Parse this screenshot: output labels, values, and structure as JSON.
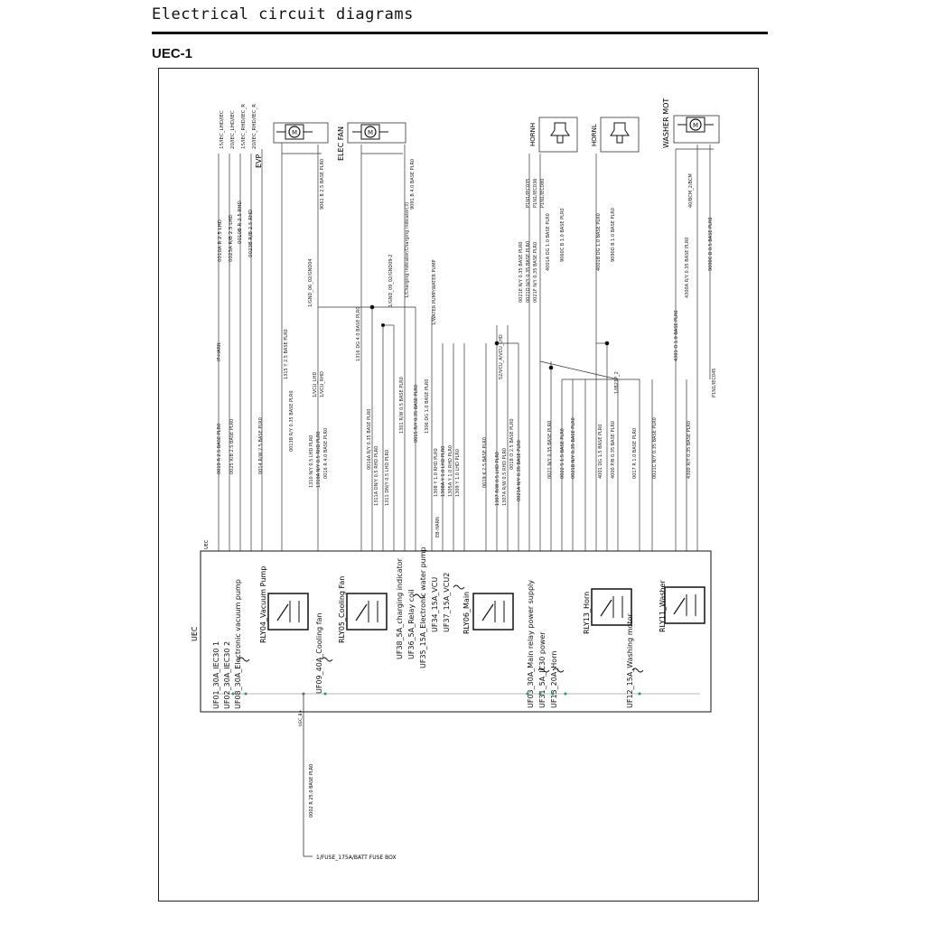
{
  "page": {
    "title": "Electrical circuit diagrams",
    "section": "UEC-1"
  },
  "module": {
    "name": "UEC",
    "connector_top": "UEC",
    "feed_label": "UEC_B+"
  },
  "components": {
    "evp": "EVP",
    "elec_fan": "ELEC FAN",
    "hornh": "HORNH",
    "hornl": "HORNL",
    "washer_mot": "WASHER MOT",
    "evp_pin": "EVP",
    "elec_fan_pin": "ELECFAN",
    "hornh_pin": "HORNH",
    "hornl_pin": "HORNL",
    "washer_pin": "WASHERMOT"
  },
  "relays": {
    "rly04": "RLY04_Vacuum Pump",
    "rly05": "RLY05_Cooling Fan",
    "rly06": "RLY06_Main",
    "rly13": "RLY13_Horn",
    "rly11": "RLY11_Washer"
  },
  "fuses": {
    "uf01": "UF01_30A_IEC30 1",
    "uf02": "UF02_30A_IEC30 2",
    "uf08": "UF08_30A_Electronic vacuum pump",
    "uf09": "UF09_40A_Cooling fan",
    "uf38": "UF38_5A_charging indicator",
    "uf36": "UF36_5A_Relay coil",
    "uf35": "UF35_15A_Electronic water pump",
    "uf34": "UF34_15A_VCU",
    "uf37": "UF37_15A_VCU2",
    "uf03": "UF03_30A_Main relay power supply",
    "uf31": "UF31_5A_IC30 power",
    "uf13": "UF13_20A_Horn",
    "uf12": "UF12_15A_Washing motor"
  },
  "wires": {
    "w0010a": "0010A R 2.5 LHD",
    "w0023a": "0023A R/B 2.5 LHD",
    "w0010b": "0010B R 2.5 RHD",
    "w0023b": "0023B R/B 2.5 RHD",
    "iec_ldr": "15/IEC_LHD/IEC",
    "iec_ldr2": "20/IEC_LHD/IEC",
    "iec_rhd": "15/IEC_RHD/IEC_R",
    "iec_rhd2": "20/IEC_RHD/IEC_R",
    "w0019": "0019 R 2.5 BASE PLR0",
    "w0025": "0025 R/B 2.5 BASE PLR0",
    "w0014": "0014 R/W 2.5 BASE PLR0",
    "w0013b": "0013B R/Y 0.35 BASE PLR0",
    "w1315": "1315 Y 2.5 BASE PLR0",
    "w1316": "1316 DG 4.0 BASE PLR0",
    "w9061": "9061 B 2.5 BASE PLR0",
    "w9091": "9091 B 4.0 BASE PLR0",
    "vcu_ldr": "1/VCU_LHD",
    "vcu_rhd": "1/VCU_RHD",
    "w1310": "1310 N/Y 0.5 LHD PLR0",
    "w1310a": "1310A N/Y 0.5 RHD PLR0",
    "w0016": "0016 R 4.0 BASE PLR0",
    "w0016a": "0016A R/Y 0.35 BASE PLR0",
    "w1311a": "1311A DN/Y 0.5 RHD PLR0",
    "w1311": "1311 DN/Y 0.5 LHD PLR0",
    "w1301": "1301 R/W 0.5 BASE PLR0",
    "w0015": "0015 R/Y 0.35 BASE PLR0",
    "w1306": "1306 DG 1.0 BASE PLR0",
    "w1308": "1308 Y 1.0 RHD PLR0",
    "w1308a": "1308A Y 1.0 LHD PLR0",
    "w1305a": "1305A Y 1.0 RHD PLR0",
    "w1309": "1309 Y 1.0 LHD PLR0",
    "w0019k": "0019 K 2.5 BASE PLR0",
    "w1307": "1307 R/W 0.5 LHD PLR0",
    "w1307a": "1307A R/W 0.5 RHD PLR0",
    "w0018": "0018 O 2.5 BASE PLR0",
    "w0021a": "0021A N/Y 0.35 BASE PLR0",
    "w0021": "0021 N/Y 0.35 BASE PLR0",
    "w0022": "0022 S 1.5 BASE PLR0",
    "w0021b": "0021B N/Y 0.35 BASE PLR0",
    "w4001": "4001 DG 1.5 BASE PLR0",
    "w4000": "4000 P/B 0.35 BASE PLR0",
    "w0017": "0017 R 1.0 BASE PLR0",
    "w0021c": "0021C N/Y 0.35 BASE PLR0",
    "w4300": "4300 R/Y 0.35 BASE PLR0",
    "w4301": "4301 O 1.0 BASE PLR0",
    "w4300a": "4300A R/Y 0.35 BASE PLR0",
    "w9090c": "9090C B 0.5 BASE PLR0",
    "w4001a": "4001A DG 1.0 BASE PLR0",
    "w4001b": "4001B DG 1.0 BASE PLR0",
    "w9060c": "9060C B 1.0 BASE PLR0",
    "w9090d": "9090D B 1.0 BASE PLR0",
    "w0021e": "0021E N/Y 0.35 BASE PLR0",
    "w0021d": "0021D N/Y 0.35 BASE PLR0",
    "w0021f": "0021F N/Y 0.35 BASE PLR0",
    "w0002": "0002 R 25.0 BASE PLR0",
    "batt_fuse": "1/FUSE_175A/BATT FUSE BOX",
    "evp_gnd": "1/GND_06_02/GND04",
    "fan_gnd": "1/GND_09_02/GND09-2",
    "charging": "1/Charging indicator/Charging indicator(3)",
    "water_pump": "1/WATER PUMP/WATER PUMP",
    "p1n1_1": "P1N1/IEC035",
    "p1n1_2": "P1N1/IEC036",
    "p1n1_3": "P1N1/IEC080",
    "gnd_wash": "40/BCM_2/BCM",
    "p1n1_lb": "P1N1/IEC045",
    "vcu_pins": "52/VCU_A/VCU_LHD",
    "ib2_2": "1/IB21P_2",
    "gnd_harn": "IP-HARN",
    "eb_harn": "EB-HARN"
  }
}
